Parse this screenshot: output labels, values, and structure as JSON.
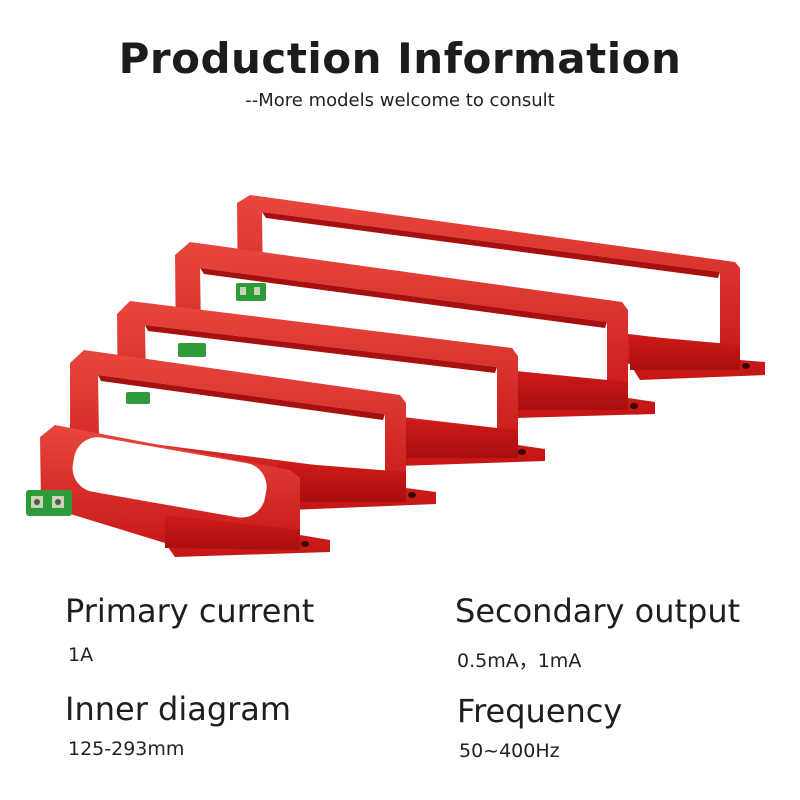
{
  "header": {
    "title": "Production Information",
    "subtitle": "--More models welcome to consult"
  },
  "colors": {
    "product_red": "#d11c1c",
    "terminal_green": "#2e9a3a"
  },
  "specs": {
    "primary_current": {
      "label": "Primary current",
      "value": "1A"
    },
    "secondary_output": {
      "label": "Secondary output",
      "value": "0.5mA，1mA"
    },
    "inner_diagram": {
      "label": "Inner diagram",
      "value": "125-293mm"
    },
    "frequency": {
      "label": "Frequency",
      "value": "50~400Hz"
    }
  }
}
